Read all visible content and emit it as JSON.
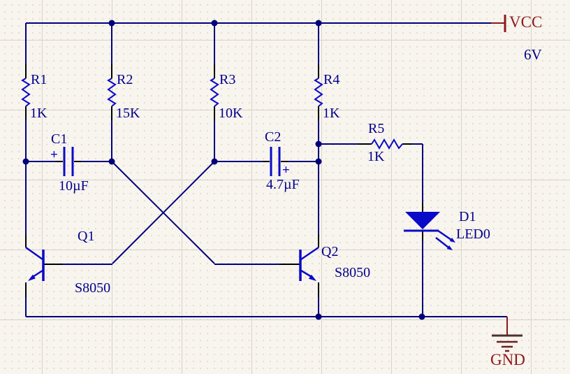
{
  "components": {
    "r1": {
      "ref": "R1",
      "value": "1K"
    },
    "r2": {
      "ref": "R2",
      "value": "15K"
    },
    "r3": {
      "ref": "R3",
      "value": "10K"
    },
    "r4": {
      "ref": "R4",
      "value": "1K"
    },
    "r5": {
      "ref": "R5",
      "value": "1K"
    },
    "c1": {
      "ref": "C1",
      "value": "10µF",
      "polarity_mark": "+"
    },
    "c2": {
      "ref": "C2",
      "value": "4.7µF",
      "polarity_mark": "+"
    },
    "q1": {
      "ref": "Q1",
      "value": "S8050"
    },
    "q2": {
      "ref": "Q2",
      "value": "S8050"
    },
    "d1": {
      "ref": "D1",
      "value": "LED0"
    }
  },
  "power": {
    "vcc": {
      "label": "VCC",
      "voltage": "6V"
    },
    "gnd": {
      "label": "GND"
    }
  },
  "colors": {
    "background": "#F8F4EE",
    "wire": "#00007B",
    "pin": "#000000",
    "symbol": "#0A0AC8",
    "label_text": "#00008B",
    "power_symbol": "#8B1A1A"
  }
}
